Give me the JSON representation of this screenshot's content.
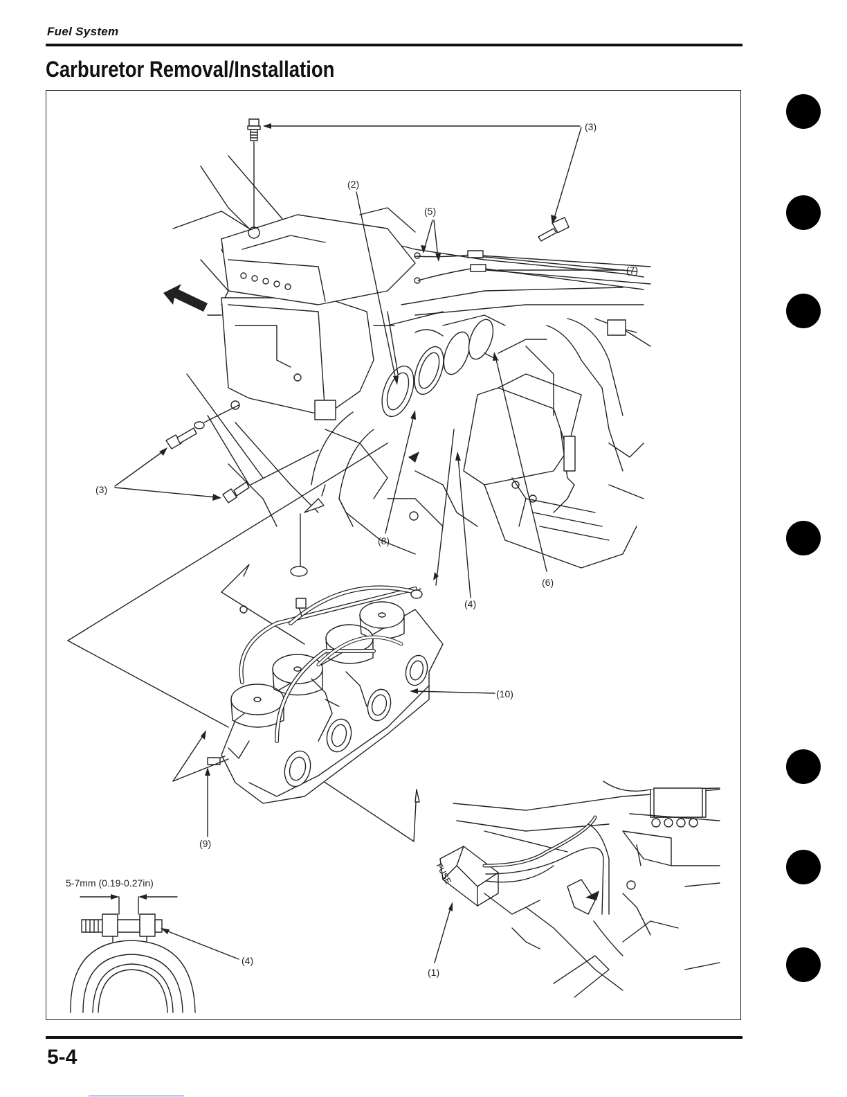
{
  "header": {
    "section": "Fuel System",
    "title": "Carburetor Removal/Installation"
  },
  "page_number": "5-4",
  "callouts": {
    "c1": "(1)",
    "c2": "(2)",
    "c3_top": "(3)",
    "c3_left": "(3)",
    "c4_center": "(4)",
    "c4_inset": "(4)",
    "c5": "(5)",
    "c6": "(6)",
    "c7": "(7)",
    "c8": "(8)",
    "c9": "(9)",
    "c10": "(10)"
  },
  "inset": {
    "dimension": "5-7mm (0.19-0.27in)",
    "fuse_label": "FUSE"
  }
}
